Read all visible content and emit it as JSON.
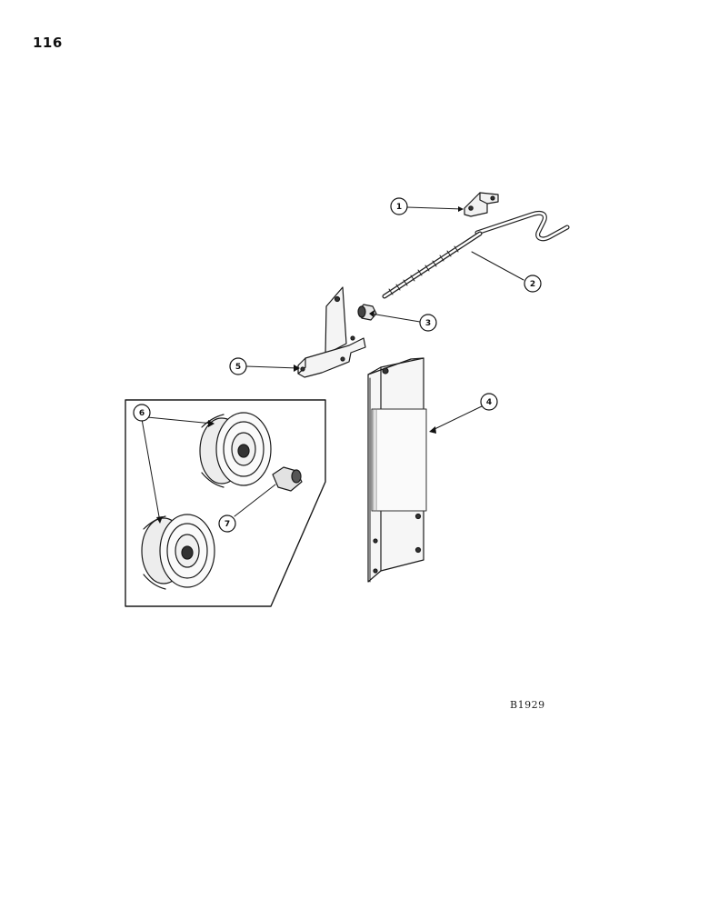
{
  "page_number": "116",
  "figure_code": "B1929",
  "callouts": [
    "1",
    "2",
    "3",
    "4",
    "5",
    "6",
    "7"
  ]
}
